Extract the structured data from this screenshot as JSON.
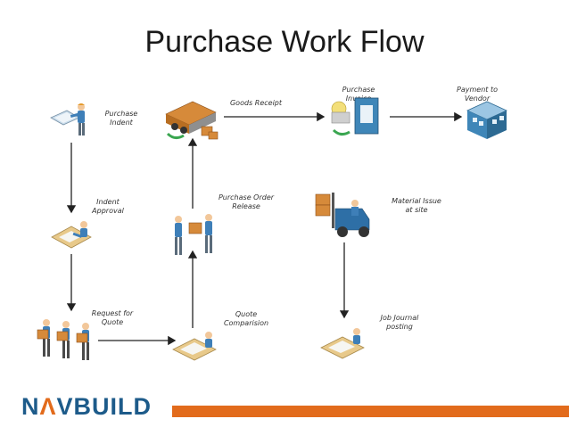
{
  "title": "Purchase Work Flow",
  "nodes": {
    "purchase_indent": "Purchase\nIndent",
    "indent_approval": "Indent\nApproval",
    "request_for_quote": "Request for\nQuote",
    "quote_comparision": "Quote\nComparision",
    "purchase_order_release": "Purchase Order\nRelease",
    "goods_receipt": "Goods Receipt",
    "purchase_invoice": "Purchase\nInvoice",
    "payment_to_vendor": "Payment to\nVendor",
    "material_issue": "Material Issue\nat site",
    "job_journal_posting": "Job Journal\nposting"
  },
  "logo": {
    "part1": "N",
    "accent": "Λ",
    "part2": "VBUILD"
  },
  "colors": {
    "accent_orange": "#e26b1c",
    "logo_blue": "#1d5b8a"
  }
}
